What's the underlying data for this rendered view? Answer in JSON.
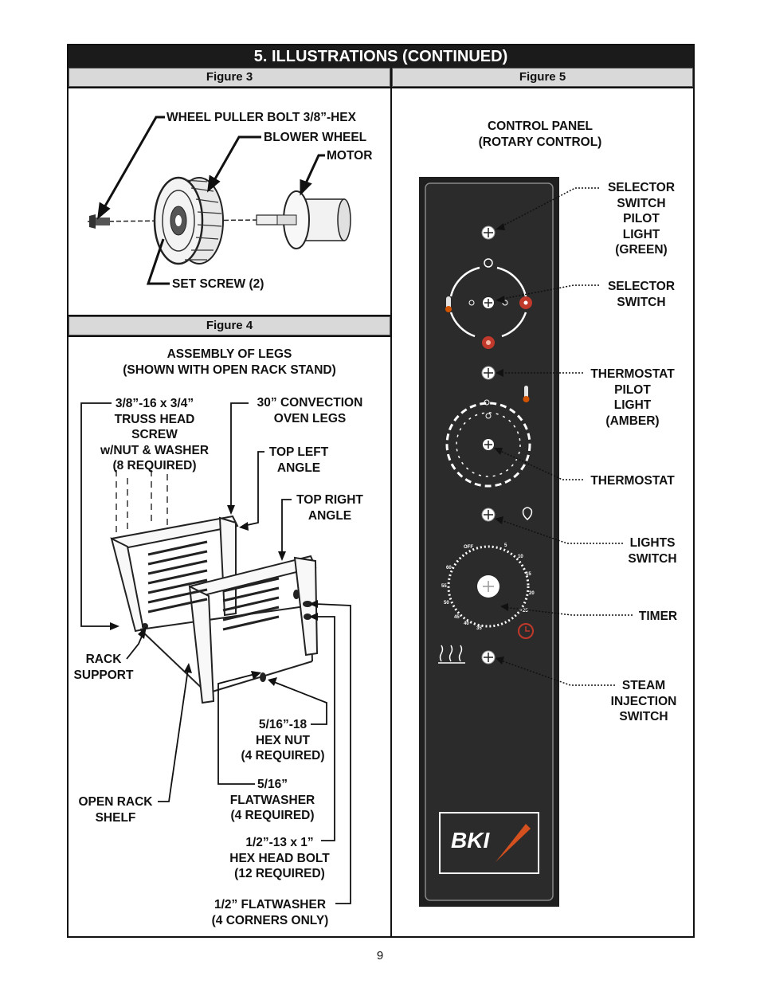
{
  "section_title": "5. ILLUSTRATIONS (CONTINUED)",
  "figures": {
    "fig3": {
      "heading": "Figure 3",
      "labels": {
        "wheel_puller_bolt": "WHEEL PULLER BOLT 3/8”-HEX",
        "blower_wheel": "BLOWER WHEEL",
        "motor": "MOTOR",
        "set_screw": "SET SCREW (2)"
      }
    },
    "fig4": {
      "heading": "Figure 4",
      "title": [
        "ASSEMBLY OF LEGS",
        "(SHOWN WITH OPEN RACK STAND)"
      ],
      "labels": {
        "truss_screw": [
          "3/8”-16 x 3/4”",
          "TRUSS HEAD",
          "SCREW",
          "w/NUT & WASHER",
          "(8 REQUIRED)"
        ],
        "oven_legs": [
          "30” CONVECTION",
          "OVEN LEGS"
        ],
        "top_left_angle": [
          "TOP LEFT",
          "ANGLE"
        ],
        "top_right_angle": [
          "TOP RIGHT",
          "ANGLE"
        ],
        "rack_support": [
          "RACK",
          "SUPPORT"
        ],
        "hex_nut": [
          "5/16”-18",
          "HEX NUT",
          "(4 REQUIRED)"
        ],
        "flatwasher_516": [
          "5/16”",
          "FLATWASHER",
          "(4 REQUIRED)"
        ],
        "open_rack_shelf": [
          "OPEN RACK",
          "SHELF"
        ],
        "hex_bolt": [
          "1/2”-13 x 1”",
          "HEX HEAD BOLT",
          "(12 REQUIRED)"
        ],
        "flatwasher_12": [
          "1/2” FLATWASHER",
          "(4 CORNERS ONLY)"
        ]
      }
    },
    "fig5": {
      "heading": "Figure 5",
      "title": [
        "CONTROL PANEL",
        "(ROTARY CONTROL)"
      ],
      "labels": {
        "selector_pilot": [
          "SELECTOR",
          "SWITCH",
          "PILOT",
          "LIGHT",
          "(GREEN)"
        ],
        "selector_switch": [
          "SELECTOR",
          "SWITCH"
        ],
        "thermostat_pilot": [
          "THERMOSTAT",
          "PILOT",
          "LIGHT",
          "(AMBER)"
        ],
        "thermostat": [
          "THERMOSTAT"
        ],
        "lights_switch": [
          "LIGHTS",
          "SWITCH"
        ],
        "timer": [
          "TIMER"
        ],
        "steam_switch": [
          "STEAM",
          "INJECTION",
          "SWITCH"
        ]
      },
      "logo_text": "BKI",
      "timer_ticks": [
        "OFF",
        "5",
        "10",
        "15",
        "20",
        "25",
        "35",
        "40",
        "45",
        "50",
        "55",
        "60"
      ],
      "panel_color": "#2b2b2b",
      "logo_accent": "#d4501e"
    }
  },
  "page_number": "9"
}
